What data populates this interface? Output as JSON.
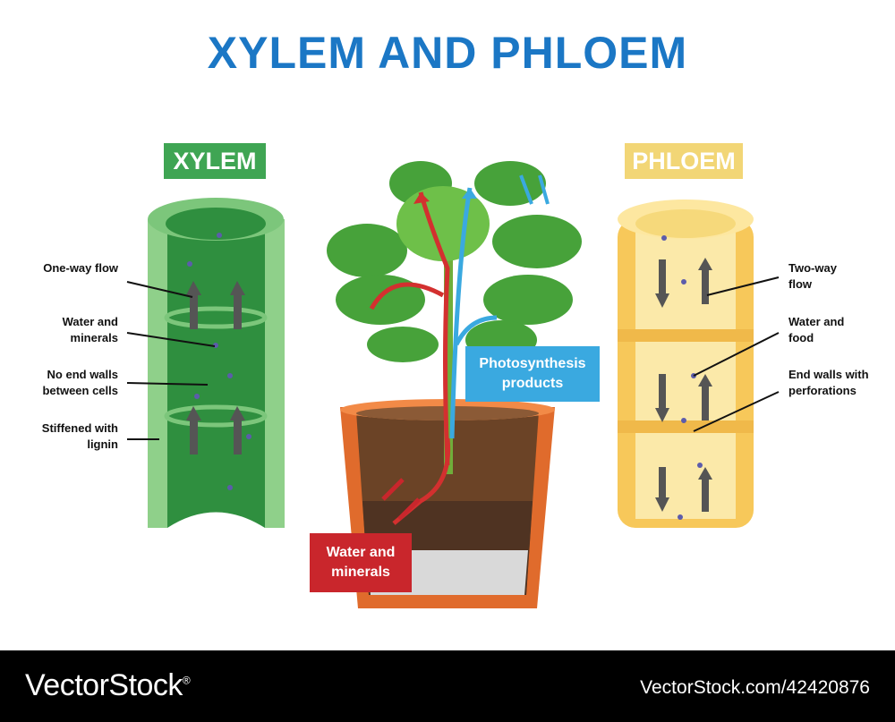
{
  "title": "XYLEM AND PHLOEM",
  "xylem": {
    "tag": "XYLEM",
    "labels": [
      "One-way flow",
      "Water and minerals",
      "No end walls between cells",
      "Stiffened with lignin"
    ]
  },
  "phloem": {
    "tag": "PHLOEM",
    "labels": [
      "Two-way flow",
      "Water and food",
      "End walls with perforations"
    ]
  },
  "plant": {
    "photosynthesis": "Photosynthesis products",
    "water": "Water and minerals"
  },
  "footer": {
    "logo": "VectorStock",
    "image_id": "VectorStock.com/42420876",
    "logo_sup": "®"
  },
  "colors": {
    "title": "#1b77c5",
    "xylem": "#3fa553",
    "phloem": "#f2d676",
    "photo": "#3aa9e0",
    "water": "#c9262c"
  }
}
